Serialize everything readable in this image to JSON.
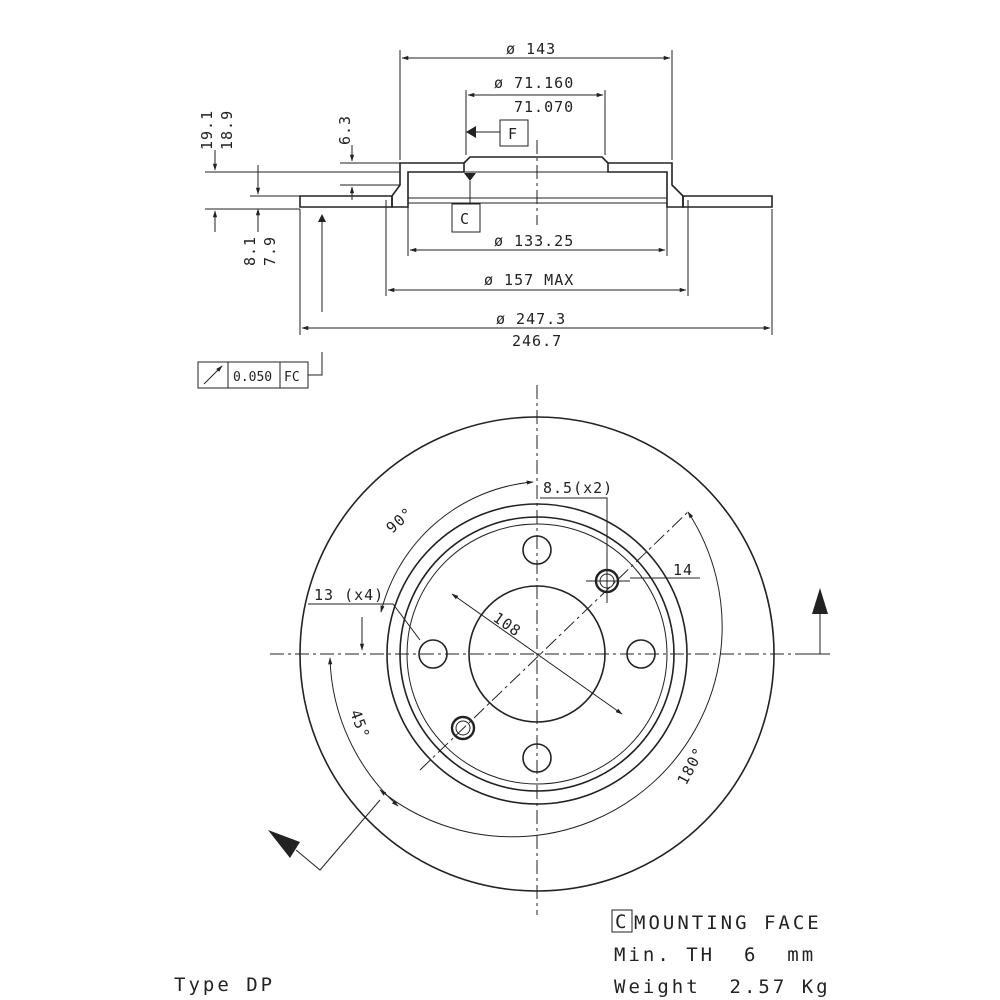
{
  "section_view": {
    "dim_outer_hat": "ø 143",
    "dim_center_bore_max": "ø 71.160",
    "dim_center_bore_min": "71.070",
    "datum_f": "F",
    "datum_c": "C",
    "dim_height_max": "19.1",
    "dim_height_min": "18.9",
    "dim_hat_step": "6.3",
    "dim_thickness_max": "8.1",
    "dim_thickness_min": "7.9",
    "dim_inner_dia": "ø 133.25",
    "dim_hub_max": "ø 157 MAX",
    "dim_disc_max": "ø 247.3",
    "dim_disc_min": "246.7"
  },
  "tolerance_frame": {
    "symbol": "runout",
    "value": "0.050",
    "datums": "FC"
  },
  "front_view": {
    "hole_label": "13 (x4)",
    "pin_label": "8.5(x2)",
    "pin_dia": "14",
    "pcd": "108",
    "angle_90": "90°",
    "angle_45": "45°",
    "angle_180": "180°"
  },
  "notes": {
    "datum_box": "C",
    "mounting_face": "MOUNTING FACE",
    "min_th": "Min. TH  6  mm",
    "weight": "Weight  2.57 Kg"
  },
  "type_label": "Type DP"
}
